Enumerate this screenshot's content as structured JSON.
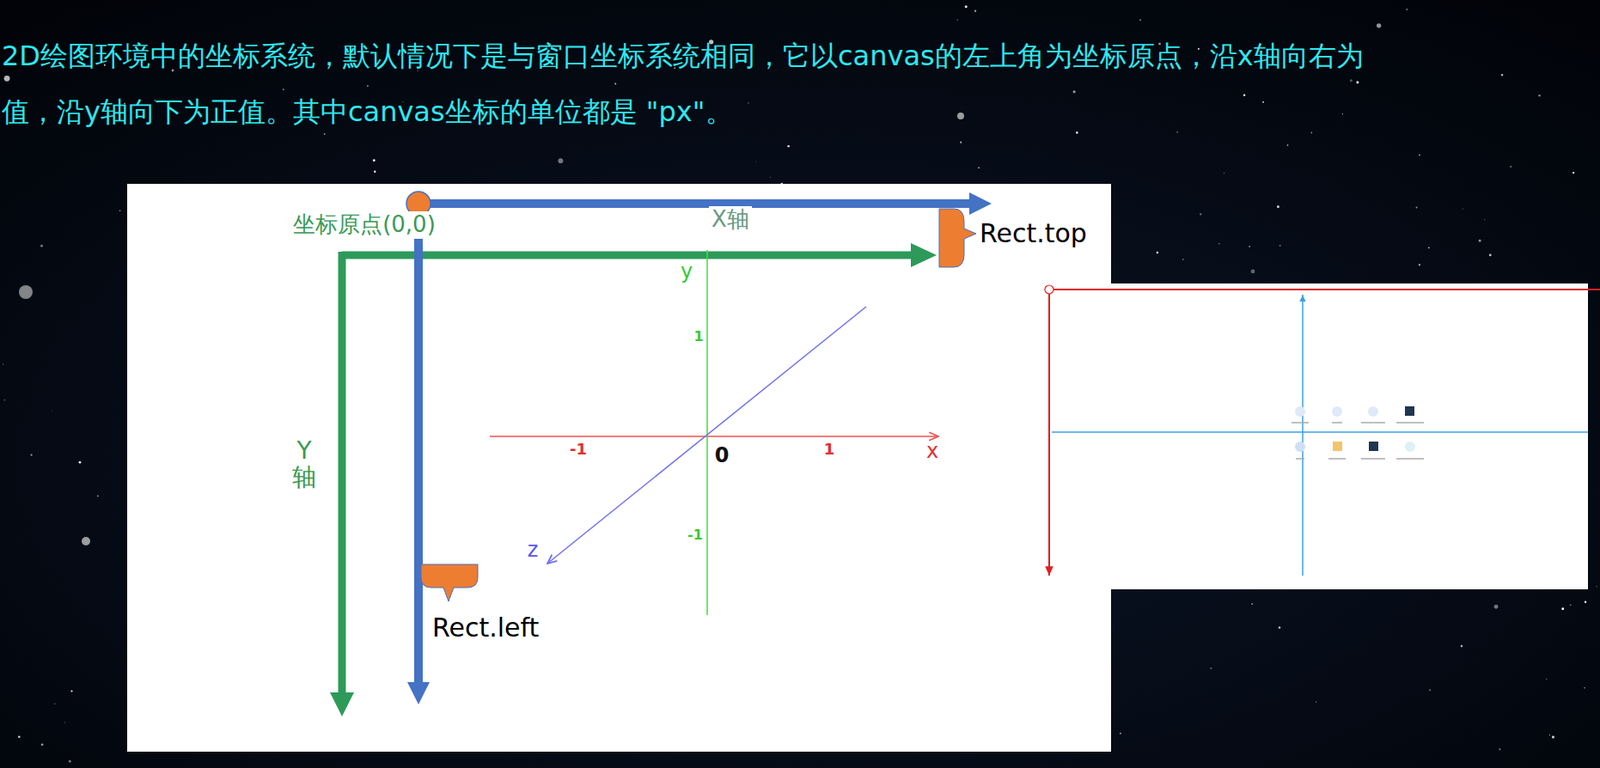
{
  "diagram": {
    "labels": [
      "2D绘图环境中的坐标系统，默认情况下是与窗口坐标系统相同，它以canvas的左上角为坐标原点，沿x轴向右为",
      "值，沿y轴向下为正值。其中canvas坐标的单位都是 \"px\"。",
      "坐标原点(0,0)",
      "X轴",
      "Y轴",
      "-1",
      "1",
      "x",
      "0",
      "y",
      "1",
      "-1",
      "z",
      "Rect.top",
      "Rect.left"
    ]
  }
}
